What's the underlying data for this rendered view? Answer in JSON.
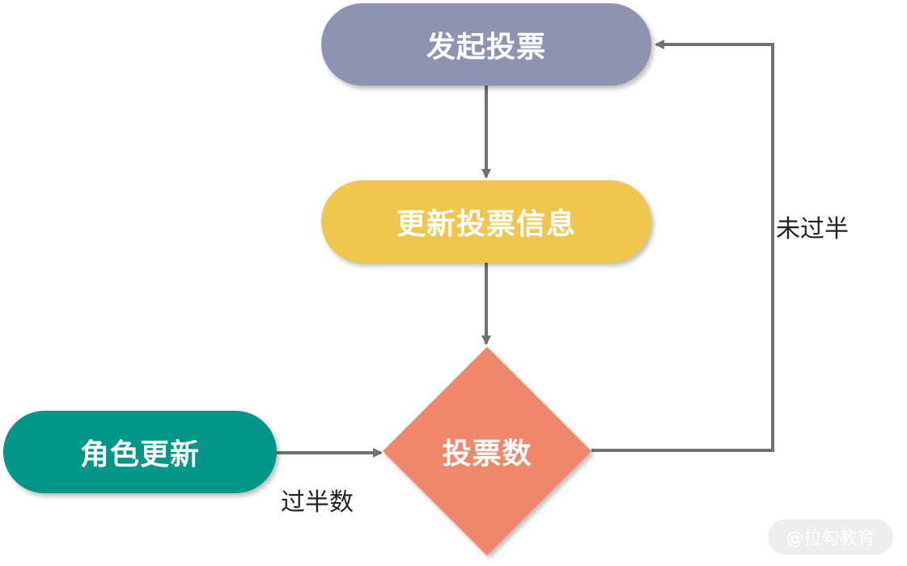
{
  "nodes": {
    "start": {
      "label": "发起投票",
      "color": "#8e93b1"
    },
    "update": {
      "label": "更新投票信息",
      "color": "#f0c64f"
    },
    "decision": {
      "label": "投票数",
      "color": "#f0866a"
    },
    "role_update": {
      "label": "角色更新",
      "color": "#009688"
    }
  },
  "edges": {
    "not_half": {
      "label": "未过半"
    },
    "over_half": {
      "label": "过半数"
    },
    "color": "#707070"
  },
  "watermark": {
    "text": "@拉勾教育"
  }
}
